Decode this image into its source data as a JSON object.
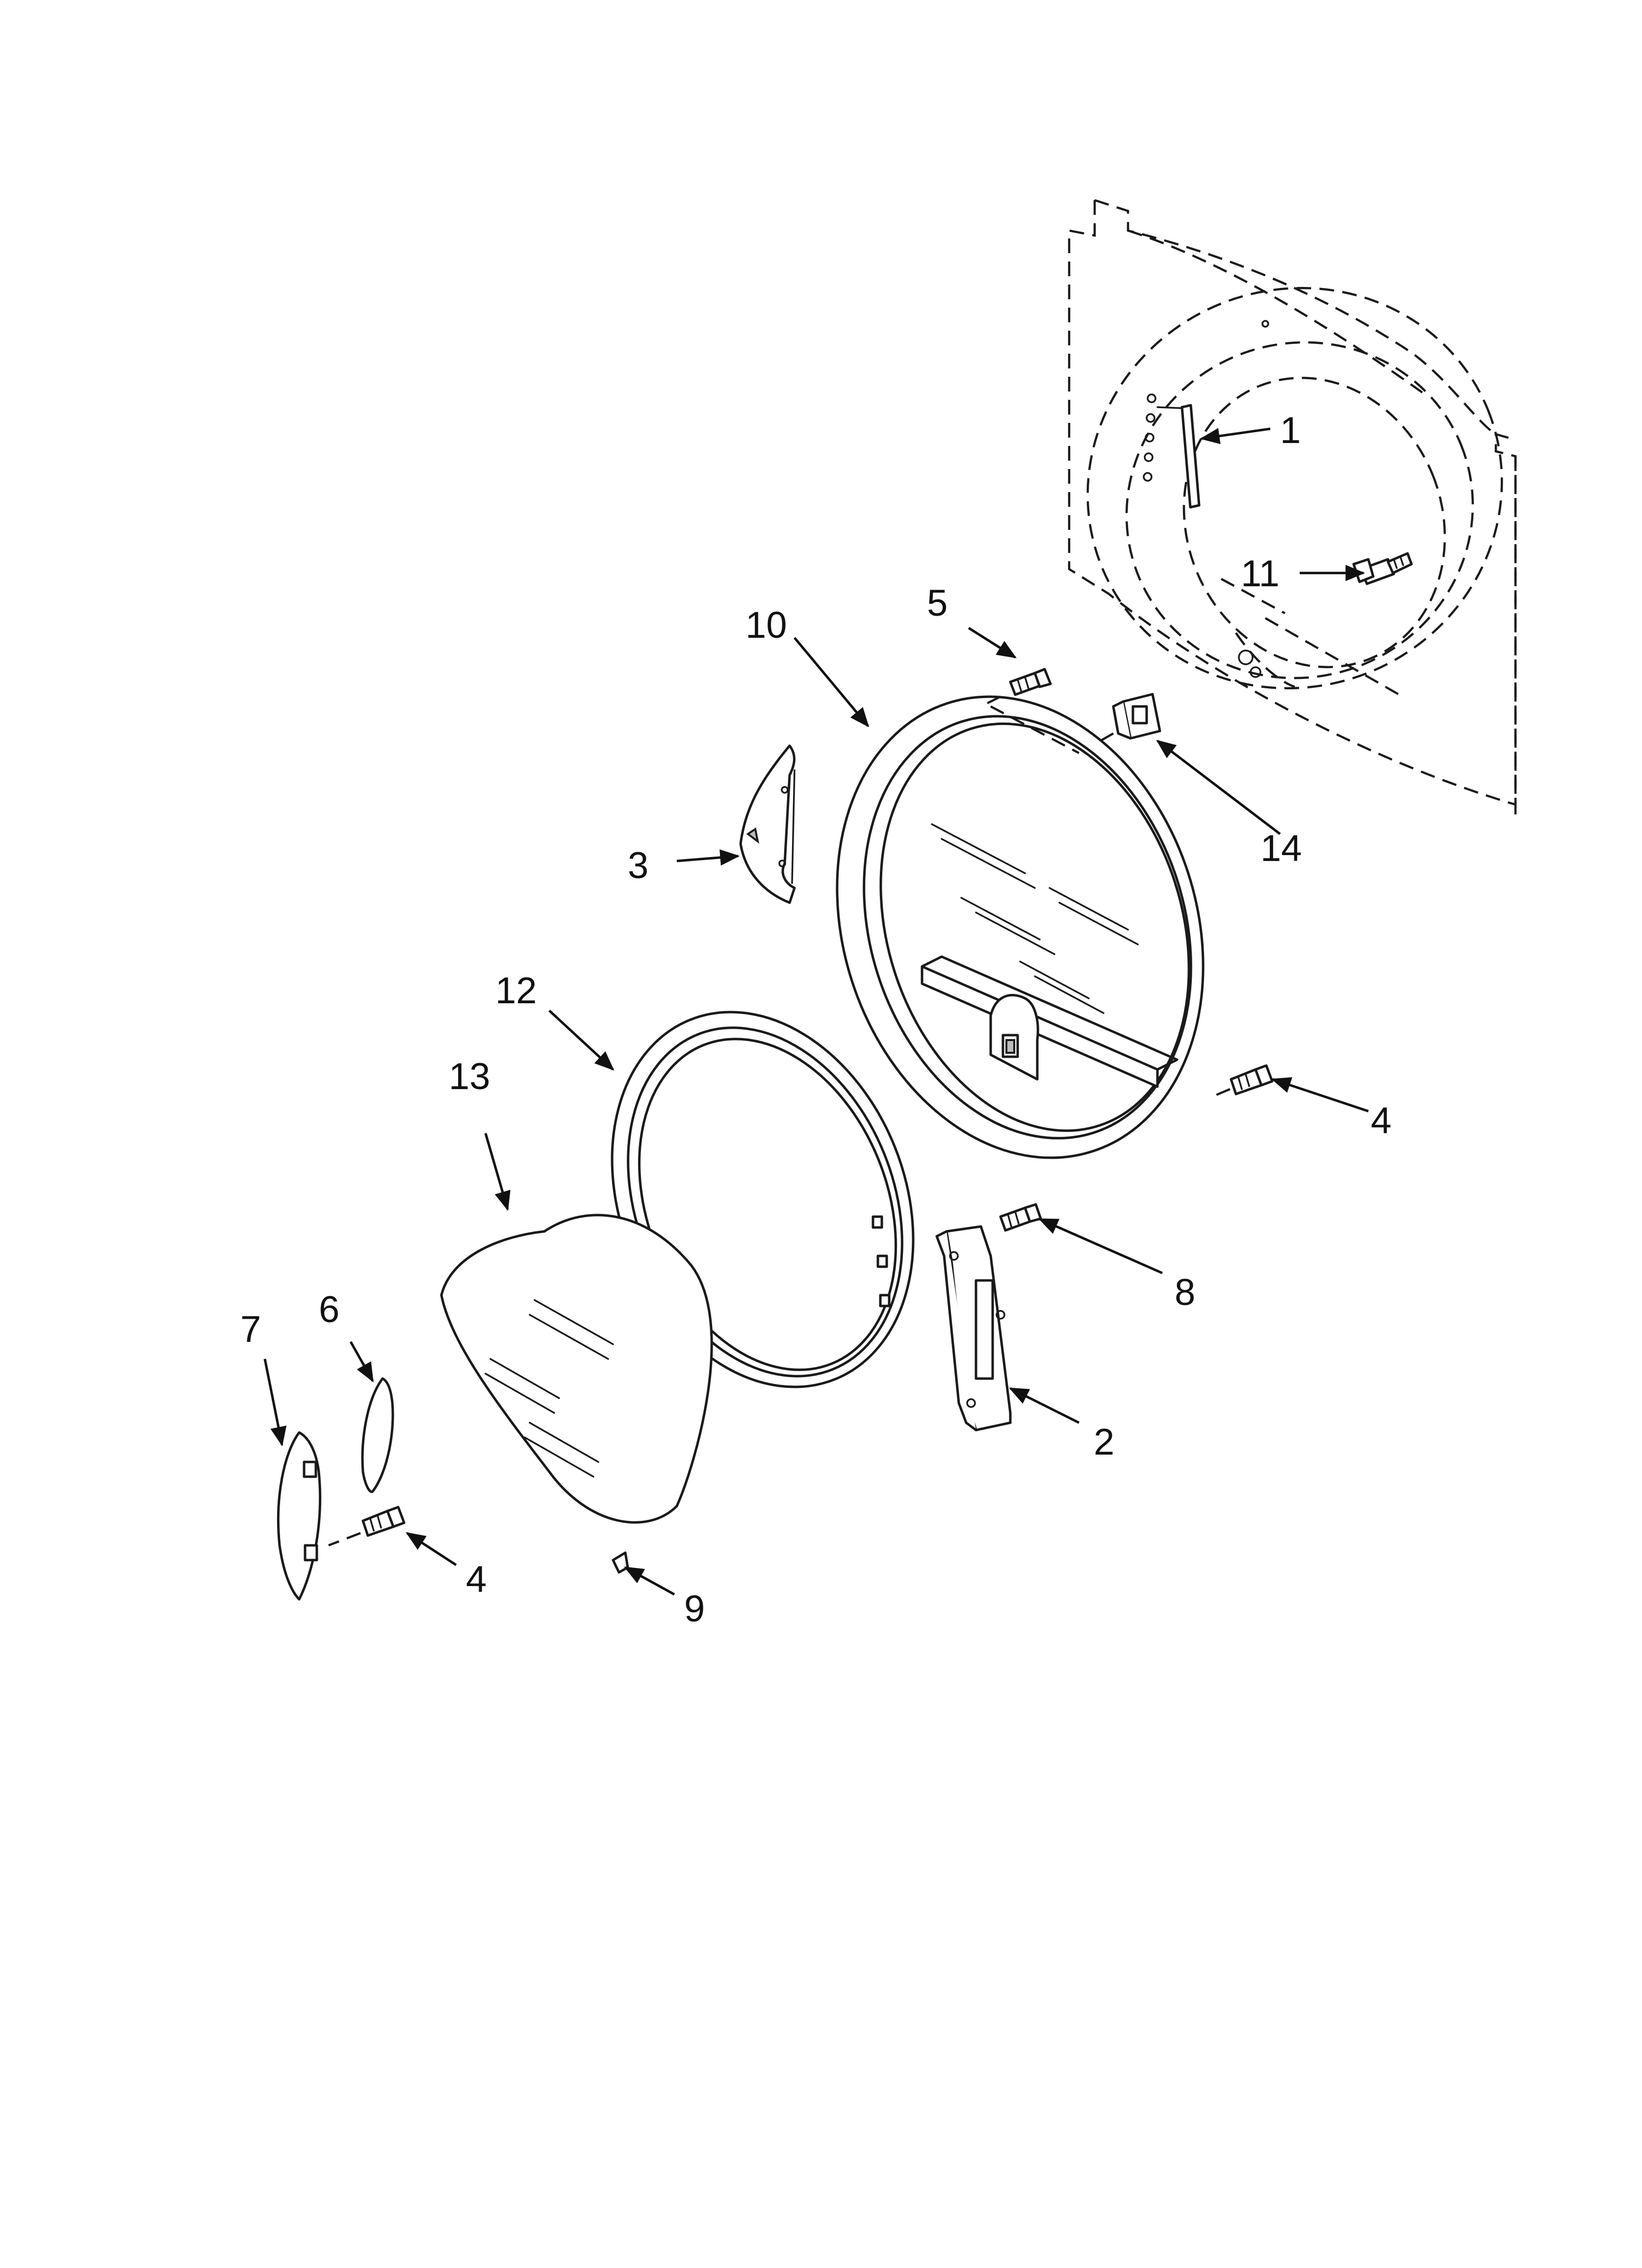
{
  "callouts": [
    {
      "id": "1",
      "label": "1"
    },
    {
      "id": "2",
      "label": "2"
    },
    {
      "id": "3",
      "label": "3"
    },
    {
      "id": "4a",
      "label": "4"
    },
    {
      "id": "4b",
      "label": "4"
    },
    {
      "id": "5",
      "label": "5"
    },
    {
      "id": "6",
      "label": "6"
    },
    {
      "id": "7",
      "label": "7"
    },
    {
      "id": "8",
      "label": "8"
    },
    {
      "id": "9",
      "label": "9"
    },
    {
      "id": "10",
      "label": "10"
    },
    {
      "id": "11",
      "label": "11"
    },
    {
      "id": "12",
      "label": "12"
    },
    {
      "id": "13",
      "label": "13"
    },
    {
      "id": "14",
      "label": "14"
    }
  ]
}
